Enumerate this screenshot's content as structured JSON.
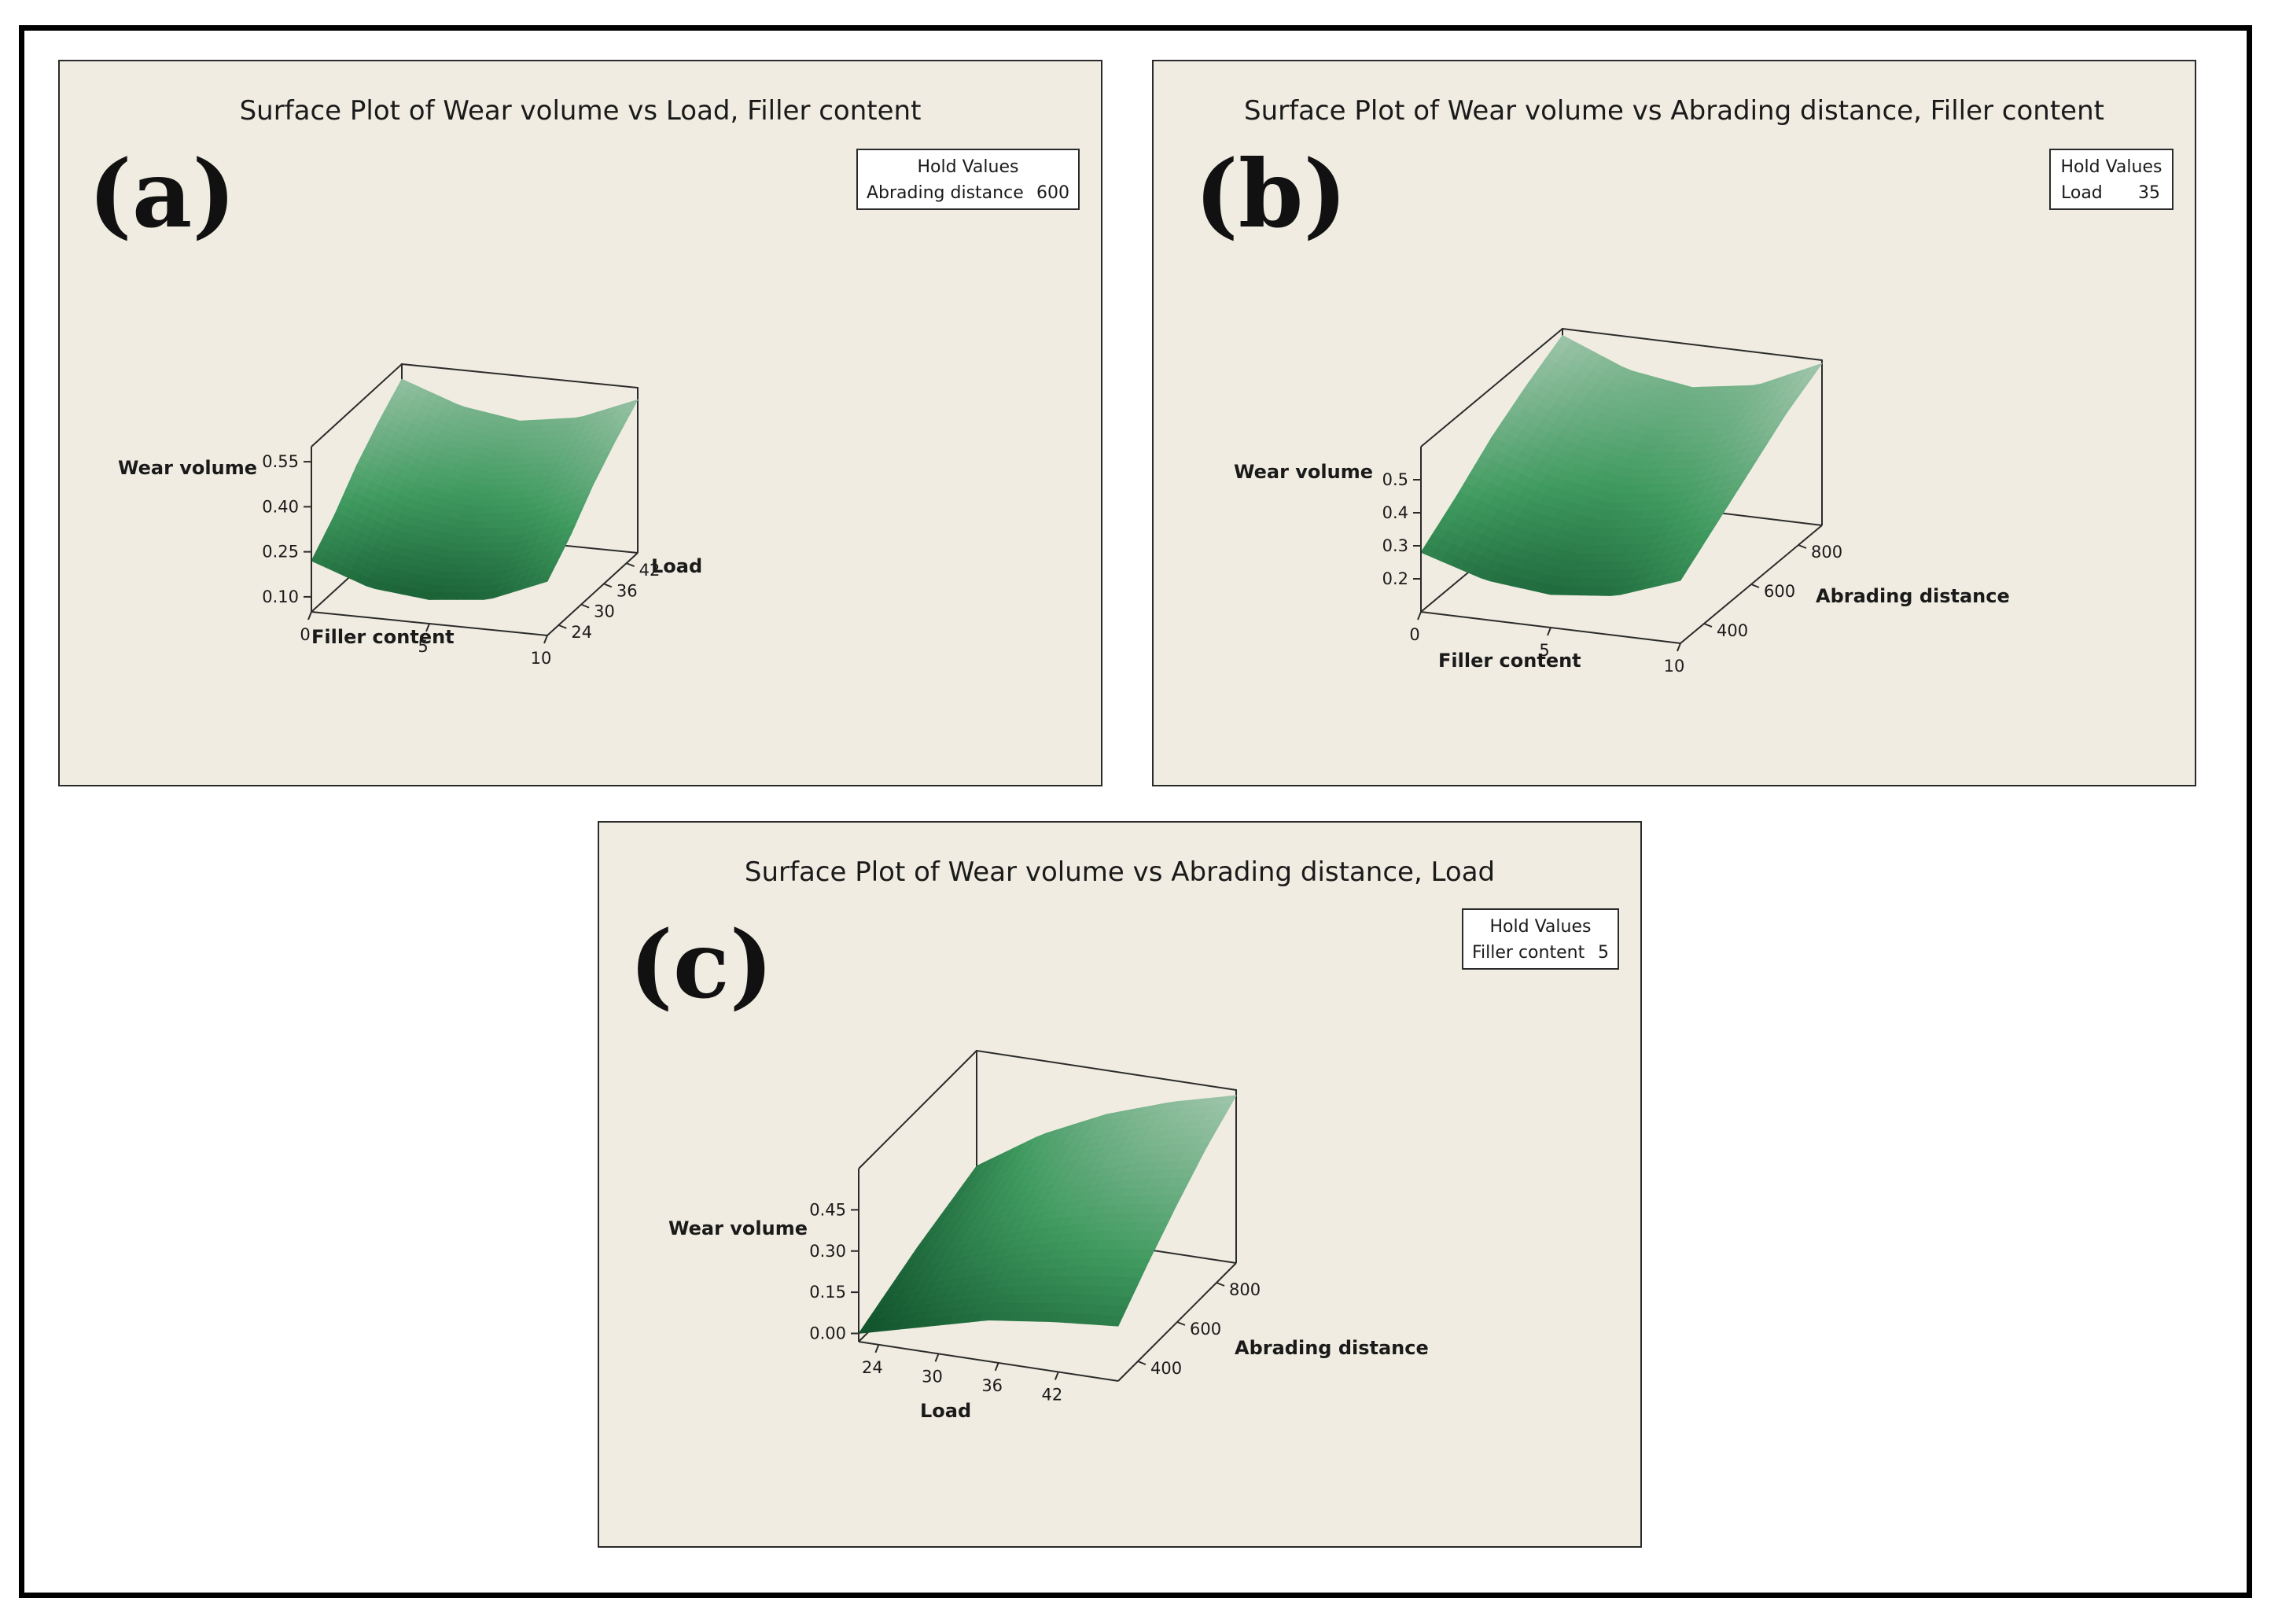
{
  "colors": {
    "panel_bg": "#f0ece1",
    "surface_dark": "#0b4a26",
    "surface_mid": "#3f9a5f",
    "surface_light": "#a6c8b0",
    "axis": "#2b2b2b"
  },
  "chart_data": [
    {
      "type": "surface",
      "panel_label": "(a)",
      "title": "Surface Plot of Wear volume vs Load, Filler content",
      "hold_title": "Hold Values",
      "hold_name": "Abrading distance",
      "hold_value": "600",
      "x_label": "Filler content",
      "y_label": "Load",
      "z_label": "Wear volume",
      "x_ticks": [
        "0",
        "5",
        "10"
      ],
      "y_ticks": [
        "24",
        "30",
        "36",
        "42"
      ],
      "z_ticks": [
        "0.10",
        "0.25",
        "0.40",
        "0.55"
      ],
      "x_range": [
        0,
        10
      ],
      "y_range": [
        21,
        45
      ],
      "z_range": [
        0.05,
        0.6
      ],
      "grid": [
        [
          0.22,
          0.15,
          0.13,
          0.15,
          0.23
        ],
        [
          0.3,
          0.23,
          0.21,
          0.23,
          0.31
        ],
        [
          0.4,
          0.33,
          0.3,
          0.33,
          0.41
        ],
        [
          0.48,
          0.41,
          0.38,
          0.41,
          0.49
        ],
        [
          0.55,
          0.48,
          0.45,
          0.48,
          0.56
        ]
      ]
    },
    {
      "type": "surface",
      "panel_label": "(b)",
      "title": "Surface Plot of Wear volume vs Abrading distance, Filler content",
      "hold_title": "Hold Values",
      "hold_name": "Load",
      "hold_value": "35",
      "x_label": "Filler content",
      "y_label": "Abrading distance",
      "z_label": "Wear volume",
      "x_ticks": [
        "0",
        "5",
        "10"
      ],
      "y_ticks": [
        "400",
        "600",
        "800"
      ],
      "z_ticks": [
        "0.2",
        "0.3",
        "0.4",
        "0.5"
      ],
      "x_range": [
        0,
        10
      ],
      "y_range": [
        300,
        900
      ],
      "z_range": [
        0.1,
        0.6
      ],
      "grid": [
        [
          0.28,
          0.22,
          0.2,
          0.22,
          0.29
        ],
        [
          0.36,
          0.3,
          0.27,
          0.3,
          0.37
        ],
        [
          0.45,
          0.38,
          0.35,
          0.38,
          0.45
        ],
        [
          0.52,
          0.45,
          0.42,
          0.45,
          0.53
        ],
        [
          0.58,
          0.5,
          0.47,
          0.5,
          0.59
        ]
      ]
    },
    {
      "type": "surface",
      "panel_label": "(c)",
      "title": "Surface Plot of Wear volume vs Abrading distance, Load",
      "hold_title": "Hold Values",
      "hold_name": "Filler content",
      "hold_value": "5",
      "x_label": "Load",
      "y_label": "Abrading distance",
      "z_label": "Wear volume",
      "x_ticks": [
        "24",
        "30",
        "36",
        "42"
      ],
      "y_ticks": [
        "400",
        "600",
        "800"
      ],
      "z_ticks": [
        "0.00",
        "0.15",
        "0.30",
        "0.45"
      ],
      "x_range": [
        22,
        48
      ],
      "y_range": [
        300,
        900
      ],
      "z_range": [
        -0.03,
        0.6
      ],
      "grid": [
        [
          0.0,
          0.06,
          0.12,
          0.15,
          0.17
        ],
        [
          0.05,
          0.14,
          0.21,
          0.26,
          0.29
        ],
        [
          0.1,
          0.21,
          0.3,
          0.36,
          0.4
        ],
        [
          0.14,
          0.27,
          0.37,
          0.45,
          0.5
        ],
        [
          0.18,
          0.33,
          0.44,
          0.52,
          0.58
        ]
      ]
    }
  ]
}
